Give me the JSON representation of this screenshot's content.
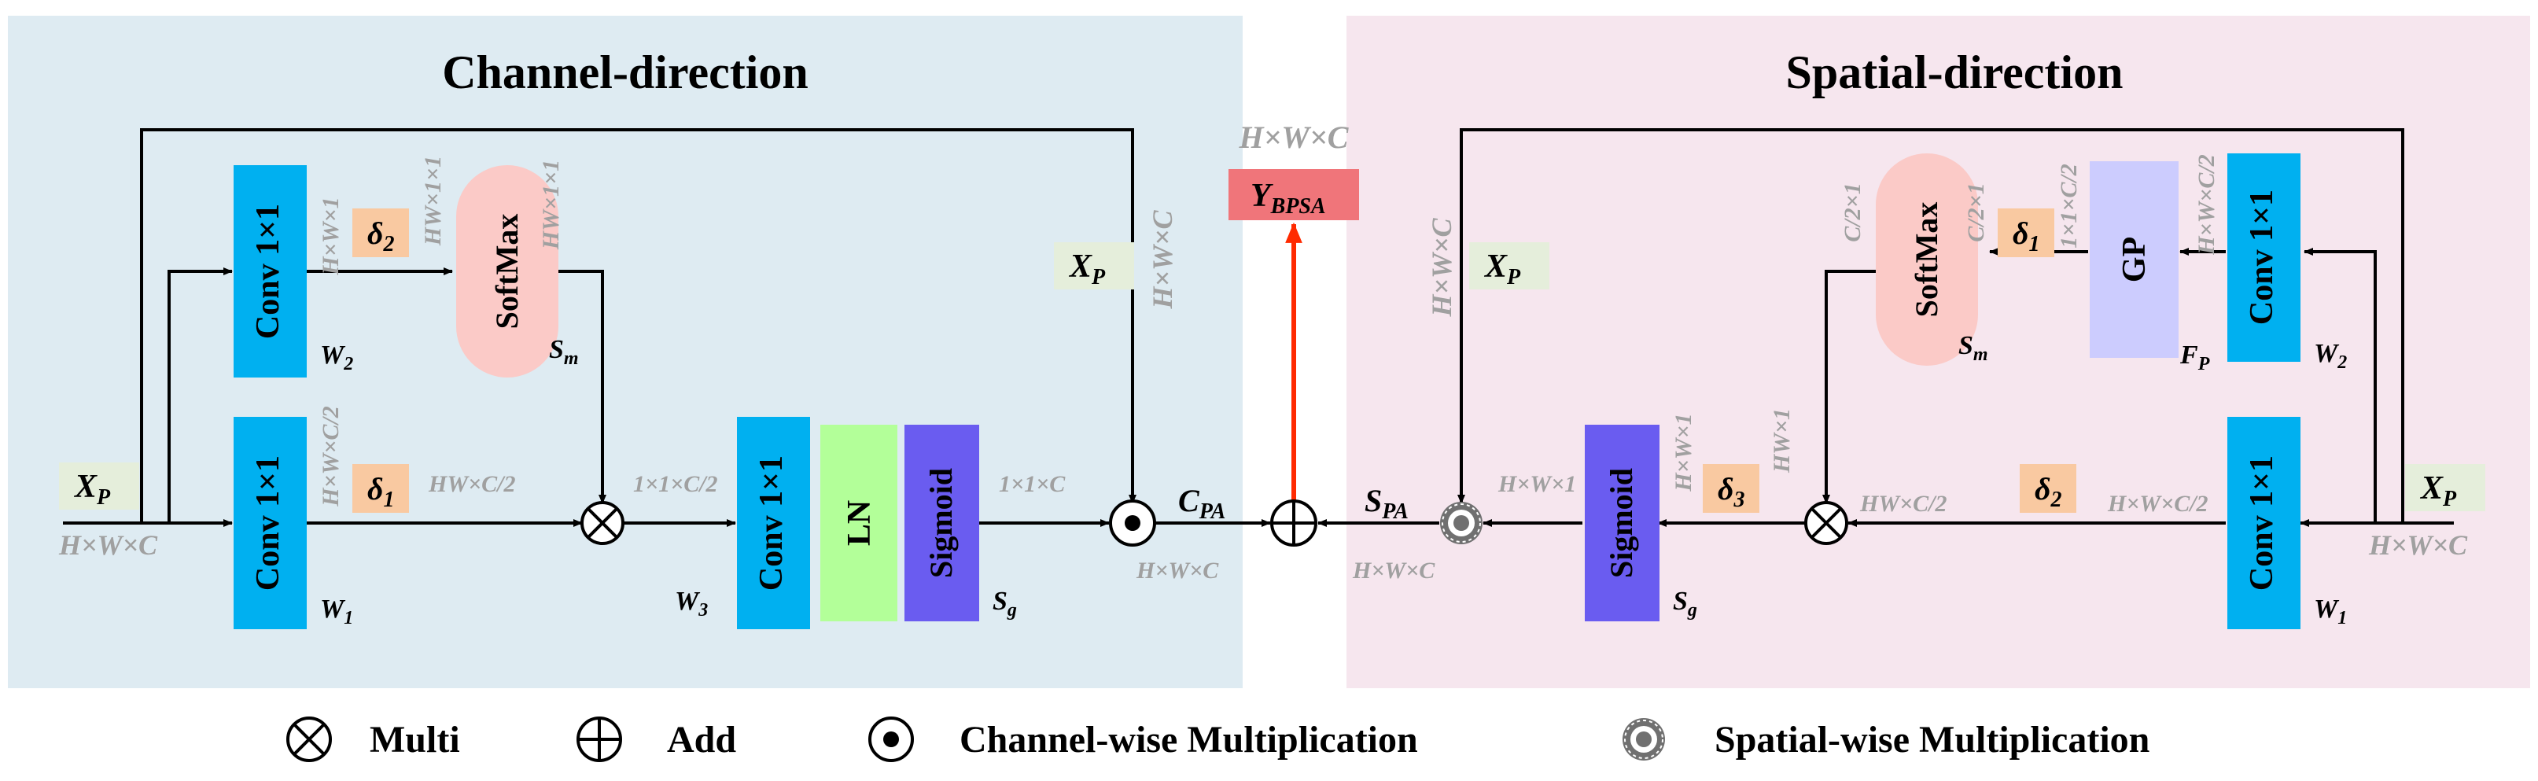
{
  "panels": {
    "channel_title": "Channel-direction",
    "spatial_title": "Spatial-direction"
  },
  "output": {
    "dim_label": "H×W×C",
    "symbol_main": "Y",
    "symbol_sub": "BPSA"
  },
  "channel": {
    "xp_left": {
      "main": "X",
      "sub": "P"
    },
    "xp_left_dim": "H×W×C",
    "conv1": {
      "label": "Conv 1×1",
      "dim": "H×W×C/2",
      "weight_main": "W",
      "weight_sub": "1"
    },
    "conv2": {
      "label": "Conv 1×1",
      "dim": "H×W×1",
      "weight_main": "W",
      "weight_sub": "2"
    },
    "delta1": {
      "main": "δ",
      "sub": "1"
    },
    "delta1_dim": "HW×C/2",
    "delta2": {
      "main": "δ",
      "sub": "2"
    },
    "softmax": {
      "label": "SoftMax",
      "dim_in": "HW×1×1",
      "dim_out": "HW×1×1",
      "sym_main": "S",
      "sym_sub": "m"
    },
    "mult_dim": "1×1×C/2",
    "conv3": {
      "label": "Conv 1×1",
      "weight_main": "W",
      "weight_sub": "3"
    },
    "ln": {
      "label": "LN"
    },
    "sigmoid": {
      "label": "Sigmoid",
      "sym_main": "S",
      "sym_sub": "g",
      "dim": "1×1×C"
    },
    "xp_right": {
      "main": "X",
      "sub": "P"
    },
    "xp_right_dim": "H×W×C",
    "cpa": {
      "main": "C",
      "sub": "PA"
    },
    "cpa_dim": "H×W×C"
  },
  "spatial": {
    "spa": {
      "main": "S",
      "sub": "PA"
    },
    "spa_dim": "H×W×C",
    "spa_dim_in": "H×W×1",
    "xp_left": {
      "main": "X",
      "sub": "P"
    },
    "xp_left_dim": "H×W×C",
    "sigmoid": {
      "label": "Sigmoid",
      "sym_main": "S",
      "sym_sub": "g"
    },
    "delta3": {
      "main": "δ",
      "sub": "3"
    },
    "delta3_dim1": "H×W×1",
    "delta3_dim2": "HW×1",
    "softmax": {
      "label": "SoftMax",
      "dim_in": "C/2×1",
      "dim_out": "C/2×1",
      "sym_main": "S",
      "sym_sub": "m"
    },
    "delta1": {
      "main": "δ",
      "sub": "1"
    },
    "gp": {
      "label": "GP",
      "dim": "1×1×C/2",
      "sym_main": "F",
      "sym_sub": "P"
    },
    "conv2": {
      "label": "Conv 1×1",
      "dim": "H×W×C/2",
      "weight_main": "W",
      "weight_sub": "2"
    },
    "mult_dim": "HW×C/2",
    "delta2": {
      "main": "δ",
      "sub": "2"
    },
    "delta2_dim": "H×W×C/2",
    "conv1": {
      "label": "Conv 1×1",
      "weight_main": "W",
      "weight_sub": "1"
    },
    "xp_right": {
      "main": "X",
      "sub": "P"
    },
    "xp_right_dim": "H×W×C"
  },
  "legend": {
    "multi": "Multi",
    "add": "Add",
    "channel_mult": "Channel-wise Multiplication",
    "spatial_mult": "Spatial-wise Multiplication"
  },
  "colors": {
    "channel_panel": "#deebf2",
    "spatial_panel": "#f6e6ee",
    "conv": "#00b0f0",
    "ln": "#b3ff99",
    "sigmoid": "#6a5cf0",
    "softmax": "#fbcac7",
    "gp": "#ccccfe",
    "delta": "#f9c9a1",
    "xp_box": "#e5eedb",
    "output_box": "#f0757a",
    "red_arrow": "#ff2a00",
    "dim_text": "#a0a0a0"
  }
}
